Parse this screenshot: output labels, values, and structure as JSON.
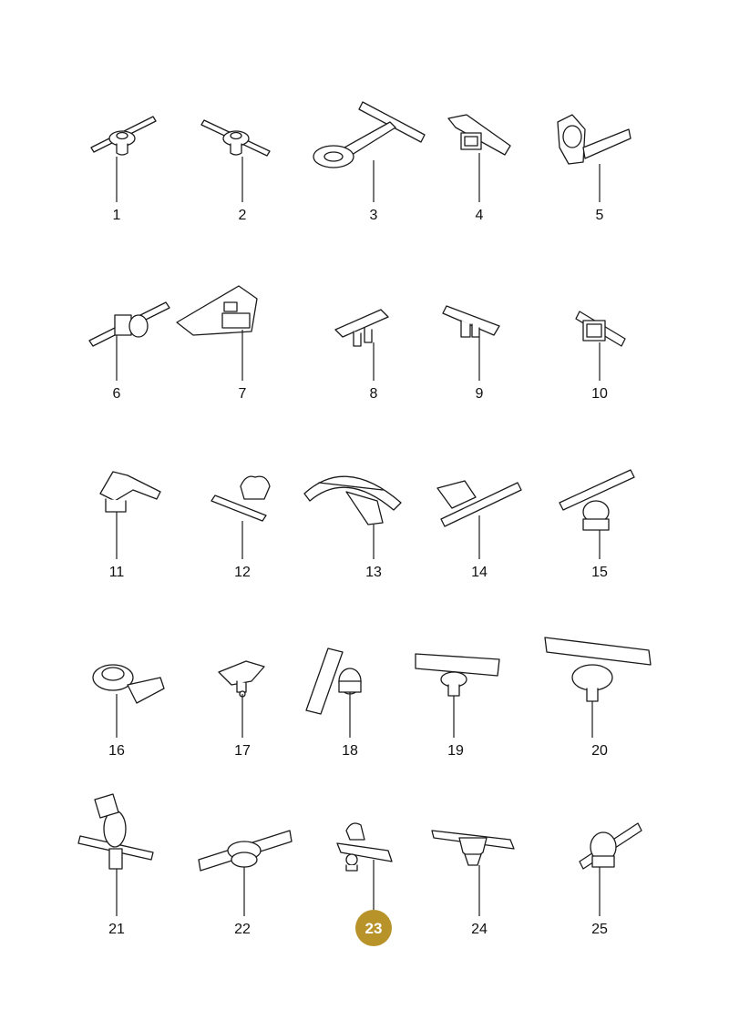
{
  "parts": [
    {
      "label": "1",
      "highlighted": false
    },
    {
      "label": "2",
      "highlighted": false
    },
    {
      "label": "3",
      "highlighted": false
    },
    {
      "label": "4",
      "highlighted": false
    },
    {
      "label": "5",
      "highlighted": false
    },
    {
      "label": "6",
      "highlighted": false
    },
    {
      "label": "7",
      "highlighted": false
    },
    {
      "label": "8",
      "highlighted": false
    },
    {
      "label": "9",
      "highlighted": false
    },
    {
      "label": "10",
      "highlighted": false
    },
    {
      "label": "11",
      "highlighted": false
    },
    {
      "label": "12",
      "highlighted": false
    },
    {
      "label": "13",
      "highlighted": false
    },
    {
      "label": "14",
      "highlighted": false
    },
    {
      "label": "15",
      "highlighted": false
    },
    {
      "label": "16",
      "highlighted": false
    },
    {
      "label": "17",
      "highlighted": false
    },
    {
      "label": "18",
      "highlighted": false
    },
    {
      "label": "19",
      "highlighted": false
    },
    {
      "label": "20",
      "highlighted": false
    },
    {
      "label": "21",
      "highlighted": false
    },
    {
      "label": "22",
      "highlighted": false
    },
    {
      "label": "23",
      "highlighted": true
    },
    {
      "label": "24",
      "highlighted": false
    },
    {
      "label": "25",
      "highlighted": false
    }
  ],
  "colors": {
    "highlight_fill": "#b8932a",
    "highlight_text": "#ffffff",
    "line": "#1a1a1a",
    "background": "#ffffff"
  }
}
